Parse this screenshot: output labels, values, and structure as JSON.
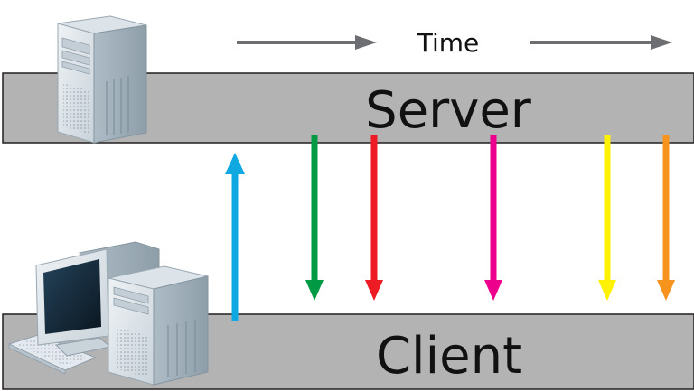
{
  "diagram": {
    "time_label": "Time",
    "server_label": "Server",
    "client_label": "Client",
    "colors": {
      "bar_fill": "#b3b3b4",
      "bar_stroke": "#231f20",
      "time_arrow": "#6d6e71",
      "request": "#0fa8e0",
      "responses": [
        "#009a44",
        "#ed1c24",
        "#ec008c",
        "#fff200",
        "#f7941d"
      ]
    },
    "icons": {
      "server": "server-tower-icon",
      "client": "desktop-computer-icon"
    }
  }
}
